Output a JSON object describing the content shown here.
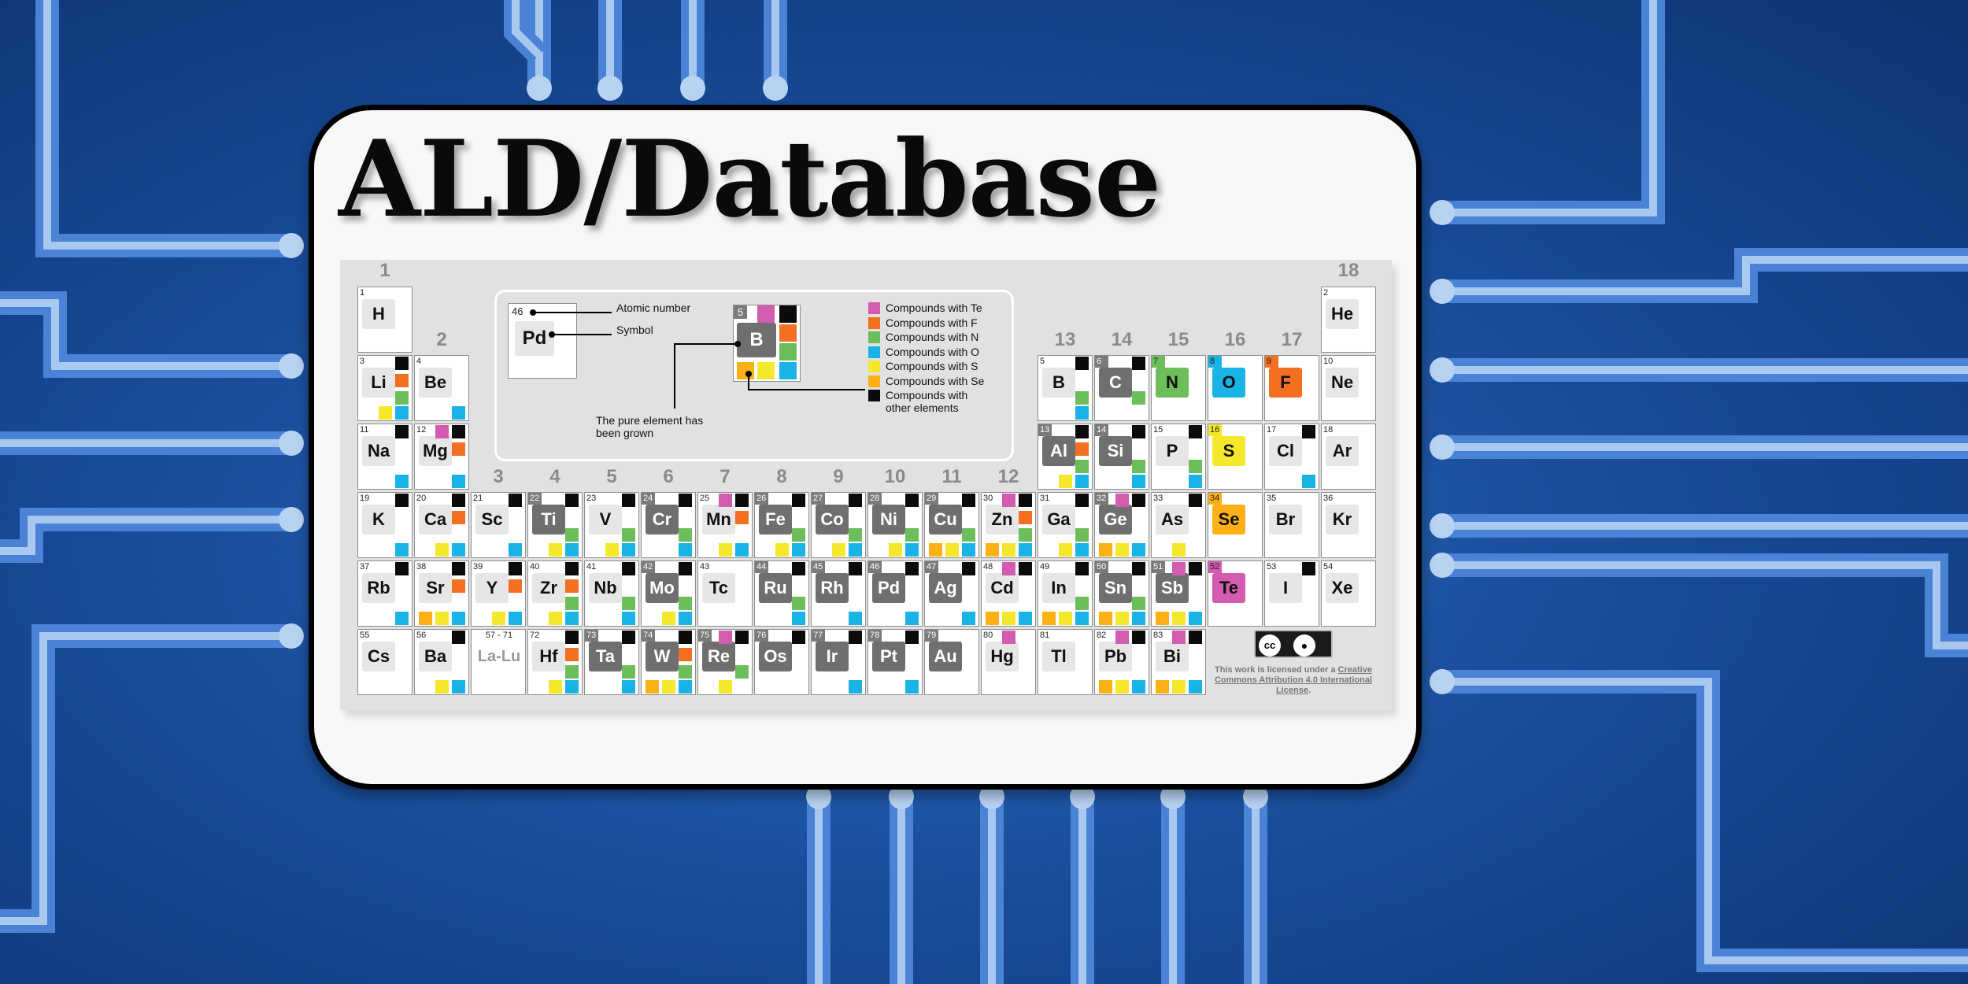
{
  "title": "ALD/Database",
  "group_labels": [
    "1",
    "2",
    "3",
    "4",
    "5",
    "6",
    "7",
    "8",
    "9",
    "10",
    "11",
    "12",
    "13",
    "14",
    "15",
    "16",
    "17",
    "18"
  ],
  "legend": {
    "sample_number": "46",
    "sample_symbol": "Pd",
    "atomic_number_label": "Atomic number",
    "symbol_label": "Symbol",
    "sample_b_number": "5",
    "sample_b_symbol": "B",
    "pure_element_label": "The pure element has been grown",
    "key": [
      {
        "label": "Compounds with Te",
        "color": "#d35bb0"
      },
      {
        "label": "Compounds with F",
        "color": "#f36f21"
      },
      {
        "label": "Compounds with N",
        "color": "#6bbe5a"
      },
      {
        "label": "Compounds with O",
        "color": "#1ab3e6"
      },
      {
        "label": "Compounds with S",
        "color": "#f5e72b"
      },
      {
        "label": "Compounds with Se",
        "color": "#fbb116"
      },
      {
        "label": "Compounds with other elements",
        "color": "#0b0b0b"
      }
    ]
  },
  "license": {
    "prefix": "This work is licensed under a",
    "link": "Creative Commons Attribution 4.0 International License",
    "suffix": ".",
    "badge_cc": "cc",
    "badge_by": "BY"
  },
  "elements": [
    {
      "n": "1",
      "s": "H",
      "row": 1,
      "col": 1,
      "c": ""
    },
    {
      "n": "2",
      "s": "He",
      "row": 1,
      "col": 18,
      "c": ""
    },
    {
      "n": "3",
      "s": "Li",
      "row": 2,
      "col": 1,
      "c": "other f n s o"
    },
    {
      "n": "4",
      "s": "Be",
      "row": 2,
      "col": 2,
      "c": "o"
    },
    {
      "n": "5",
      "s": "B",
      "row": 2,
      "col": 13,
      "c": "other n o"
    },
    {
      "n": "6",
      "s": "C",
      "row": 2,
      "col": 14,
      "c": "other n",
      "g": true
    },
    {
      "n": "7",
      "s": "N",
      "row": 2,
      "col": 15,
      "c": "",
      "self": "n"
    },
    {
      "n": "8",
      "s": "O",
      "row": 2,
      "col": 16,
      "c": "",
      "self": "o"
    },
    {
      "n": "9",
      "s": "F",
      "row": 2,
      "col": 17,
      "c": "",
      "self": "f"
    },
    {
      "n": "10",
      "s": "Ne",
      "row": 2,
      "col": 18,
      "c": ""
    },
    {
      "n": "11",
      "s": "Na",
      "row": 3,
      "col": 1,
      "c": "other o"
    },
    {
      "n": "12",
      "s": "Mg",
      "row": 3,
      "col": 2,
      "c": "te other f o"
    },
    {
      "n": "13",
      "s": "Al",
      "row": 3,
      "col": 13,
      "c": "other f n s o",
      "g": true
    },
    {
      "n": "14",
      "s": "Si",
      "row": 3,
      "col": 14,
      "c": "other n o",
      "g": true
    },
    {
      "n": "15",
      "s": "P",
      "row": 3,
      "col": 15,
      "c": "other n o"
    },
    {
      "n": "16",
      "s": "S",
      "row": 3,
      "col": 16,
      "c": "",
      "self": "s"
    },
    {
      "n": "17",
      "s": "Cl",
      "row": 3,
      "col": 17,
      "c": "other o"
    },
    {
      "n": "18",
      "s": "Ar",
      "row": 3,
      "col": 18,
      "c": ""
    },
    {
      "n": "19",
      "s": "K",
      "row": 4,
      "col": 1,
      "c": "other o"
    },
    {
      "n": "20",
      "s": "Ca",
      "row": 4,
      "col": 2,
      "c": "other f s o"
    },
    {
      "n": "21",
      "s": "Sc",
      "row": 4,
      "col": 3,
      "c": "other o"
    },
    {
      "n": "22",
      "s": "Ti",
      "row": 4,
      "col": 4,
      "c": "other n s o",
      "g": true
    },
    {
      "n": "23",
      "s": "V",
      "row": 4,
      "col": 5,
      "c": "other n s o"
    },
    {
      "n": "24",
      "s": "Cr",
      "row": 4,
      "col": 6,
      "c": "other n o",
      "g": true
    },
    {
      "n": "25",
      "s": "Mn",
      "row": 4,
      "col": 7,
      "c": "te other f s o"
    },
    {
      "n": "26",
      "s": "Fe",
      "row": 4,
      "col": 8,
      "c": "other n s o",
      "g": true
    },
    {
      "n": "27",
      "s": "Co",
      "row": 4,
      "col": 9,
      "c": "other n s o",
      "g": true
    },
    {
      "n": "28",
      "s": "Ni",
      "row": 4,
      "col": 10,
      "c": "other n s o",
      "g": true
    },
    {
      "n": "29",
      "s": "Cu",
      "row": 4,
      "col": 11,
      "c": "other n se s o",
      "g": true
    },
    {
      "n": "30",
      "s": "Zn",
      "row": 4,
      "col": 12,
      "c": "te other f n se s o"
    },
    {
      "n": "31",
      "s": "Ga",
      "row": 4,
      "col": 13,
      "c": "other n s o"
    },
    {
      "n": "32",
      "s": "Ge",
      "row": 4,
      "col": 14,
      "c": "te other se s o",
      "g": true
    },
    {
      "n": "33",
      "s": "As",
      "row": 4,
      "col": 15,
      "c": "other s"
    },
    {
      "n": "34",
      "s": "Se",
      "row": 4,
      "col": 16,
      "c": "",
      "self": "se"
    },
    {
      "n": "35",
      "s": "Br",
      "row": 4,
      "col": 17,
      "c": ""
    },
    {
      "n": "36",
      "s": "Kr",
      "row": 4,
      "col": 18,
      "c": ""
    },
    {
      "n": "37",
      "s": "Rb",
      "row": 5,
      "col": 1,
      "c": "other o"
    },
    {
      "n": "38",
      "s": "Sr",
      "row": 5,
      "col": 2,
      "c": "other f se s o"
    },
    {
      "n": "39",
      "s": "Y",
      "row": 5,
      "col": 3,
      "c": "other f s o"
    },
    {
      "n": "40",
      "s": "Zr",
      "row": 5,
      "col": 4,
      "c": "other f n s o"
    },
    {
      "n": "41",
      "s": "Nb",
      "row": 5,
      "col": 5,
      "c": "other n o"
    },
    {
      "n": "42",
      "s": "Mo",
      "row": 5,
      "col": 6,
      "c": "other n s o",
      "g": true
    },
    {
      "n": "43",
      "s": "Tc",
      "row": 5,
      "col": 7,
      "c": ""
    },
    {
      "n": "44",
      "s": "Ru",
      "row": 5,
      "col": 8,
      "c": "other n o",
      "g": true
    },
    {
      "n": "45",
      "s": "Rh",
      "row": 5,
      "col": 9,
      "c": "other o",
      "g": true
    },
    {
      "n": "46",
      "s": "Pd",
      "row": 5,
      "col": 10,
      "c": "other o",
      "g": true
    },
    {
      "n": "47",
      "s": "Ag",
      "row": 5,
      "col": 11,
      "c": "other o",
      "g": true
    },
    {
      "n": "48",
      "s": "Cd",
      "row": 5,
      "col": 12,
      "c": "te other se s o"
    },
    {
      "n": "49",
      "s": "In",
      "row": 5,
      "col": 13,
      "c": "other n se s o"
    },
    {
      "n": "50",
      "s": "Sn",
      "row": 5,
      "col": 14,
      "c": "other n se s o",
      "g": true
    },
    {
      "n": "51",
      "s": "Sb",
      "row": 5,
      "col": 15,
      "c": "te other se s o",
      "g": true
    },
    {
      "n": "52",
      "s": "Te",
      "row": 5,
      "col": 16,
      "c": "",
      "self": "te"
    },
    {
      "n": "53",
      "s": "I",
      "row": 5,
      "col": 17,
      "c": "other"
    },
    {
      "n": "54",
      "s": "Xe",
      "row": 5,
      "col": 18,
      "c": ""
    },
    {
      "n": "55",
      "s": "Cs",
      "row": 6,
      "col": 1,
      "c": ""
    },
    {
      "n": "56",
      "s": "Ba",
      "row": 6,
      "col": 2,
      "c": "other s o"
    },
    {
      "n": "57 - 71",
      "s": "La-Lu",
      "row": 6,
      "col": 3,
      "c": "",
      "lanth": true
    },
    {
      "n": "72",
      "s": "Hf",
      "row": 6,
      "col": 4,
      "c": "other f n s o"
    },
    {
      "n": "73",
      "s": "Ta",
      "row": 6,
      "col": 5,
      "c": "other n o",
      "g": true
    },
    {
      "n": "74",
      "s": "W",
      "row": 6,
      "col": 6,
      "c": "other f n se s o",
      "g": true
    },
    {
      "n": "75",
      "s": "Re",
      "row": 6,
      "col": 7,
      "c": "te other n s",
      "g": true
    },
    {
      "n": "76",
      "s": "Os",
      "row": 6,
      "col": 8,
      "c": "other",
      "g": true
    },
    {
      "n": "77",
      "s": "Ir",
      "row": 6,
      "col": 9,
      "c": "other o",
      "g": true
    },
    {
      "n": "78",
      "s": "Pt",
      "row": 6,
      "col": 10,
      "c": "other o",
      "g": true
    },
    {
      "n": "79",
      "s": "Au",
      "row": 6,
      "col": 11,
      "c": "",
      "g": true
    },
    {
      "n": "80",
      "s": "Hg",
      "row": 6,
      "col": 12,
      "c": "te"
    },
    {
      "n": "81",
      "s": "Tl",
      "row": 6,
      "col": 13,
      "c": ""
    },
    {
      "n": "82",
      "s": "Pb",
      "row": 6,
      "col": 14,
      "c": "te other se s o"
    },
    {
      "n": "83",
      "s": "Bi",
      "row": 6,
      "col": 15,
      "c": "te other se s o"
    }
  ]
}
